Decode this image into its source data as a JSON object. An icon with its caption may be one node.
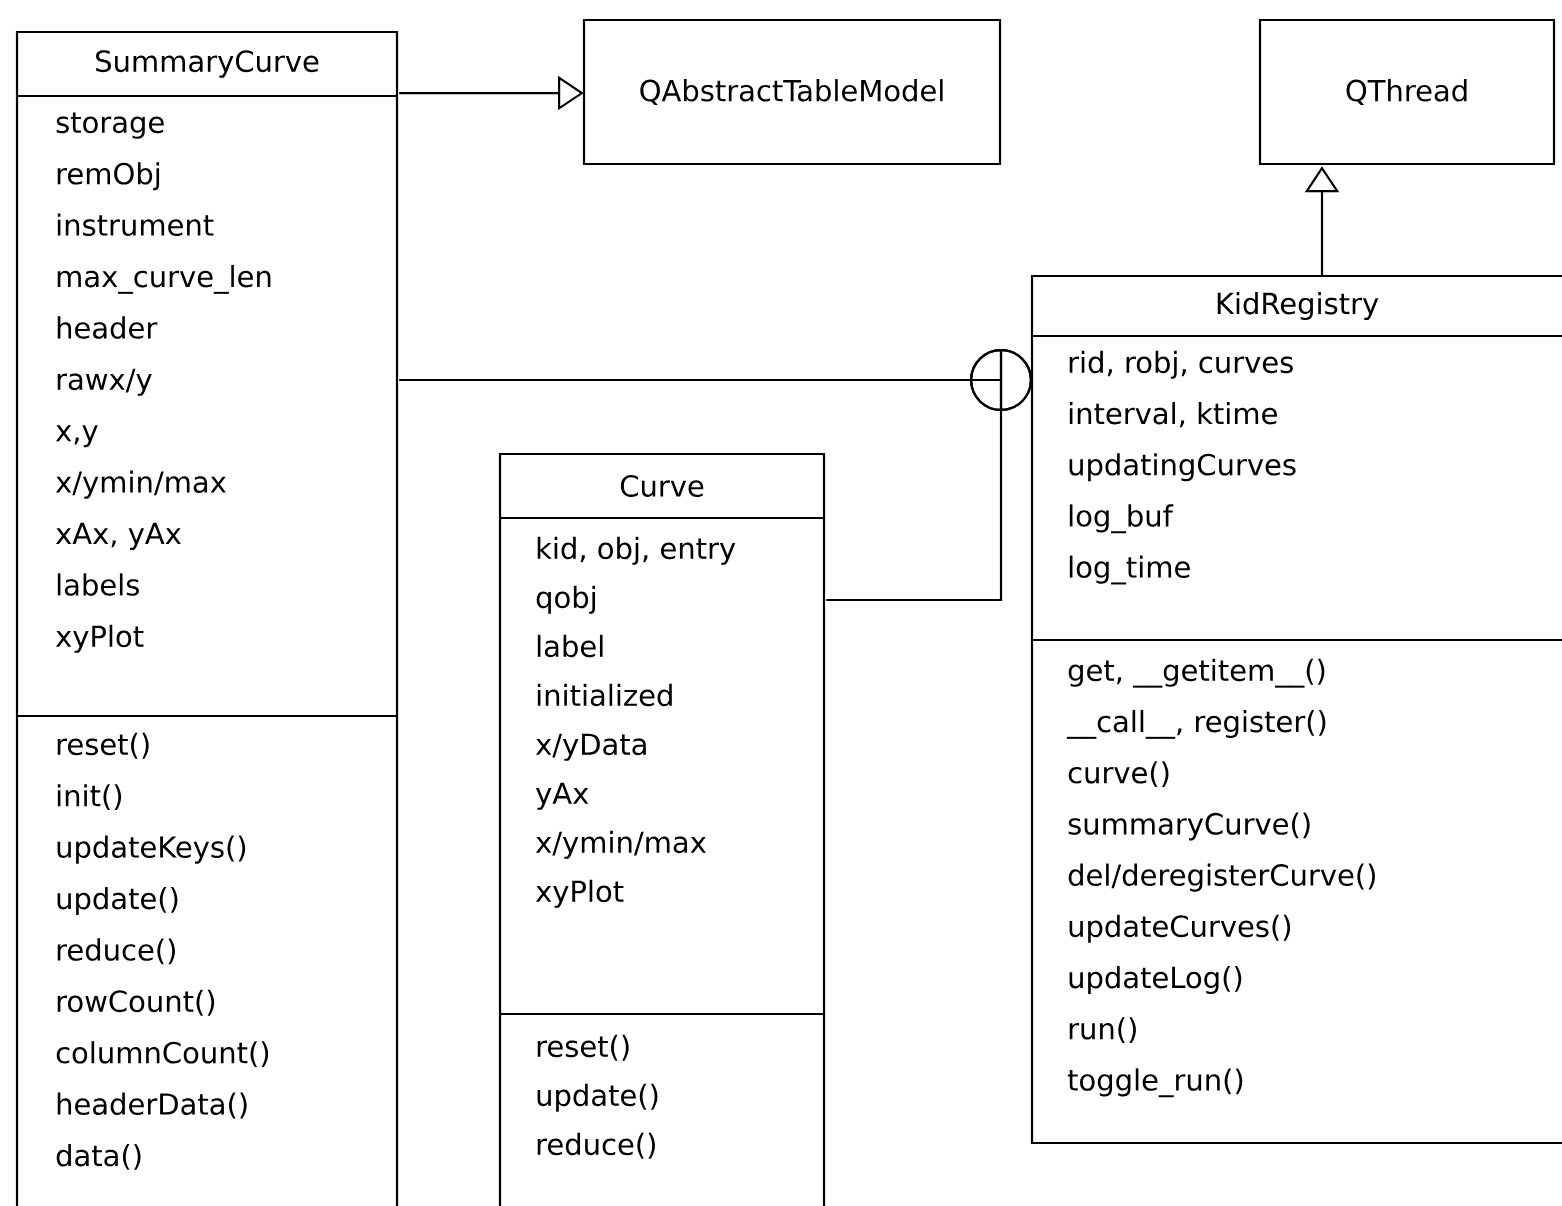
{
  "diagram": {
    "nodes": [
      {
        "text": [
          "SummaryCurve",
          "storage",
          "remObj",
          "instrument",
          "max_curve_len",
          "header",
          "rawx/y",
          "x,y",
          "x/ymin/max",
          "xAx, yAx",
          "labels",
          "xyPlot",
          "reset()",
          "init()",
          "updateKeys()",
          "update()",
          "reduce()",
          "rowCount()",
          "columnCount()",
          "headerData()",
          "data()"
        ]
      },
      {
        "text": [
          "QAbstractTableModel"
        ]
      },
      {
        "text": [
          "QThread"
        ]
      },
      {
        "text": [
          "KidRegistry",
          "rid, robj, curves",
          "interval, ktime",
          "updatingCurves",
          "log_buf",
          "log_time",
          "get, __getitem__()",
          "__call__, register()",
          "curve()",
          "summaryCurve()",
          "del/deregisterCurve()",
          "updateCurves()",
          "updateLog()",
          "run()",
          "toggle_run()"
        ]
      },
      {
        "text": [
          "Curve",
          "kid, obj, entry",
          "qobj",
          "label",
          "initialized",
          "x/yData",
          "yAx",
          "x/ymin/max",
          "xyPlot",
          "reset()",
          "update()",
          "reduce()"
        ]
      }
    ],
    "edges": [
      {
        "from": 0,
        "to": 1,
        "arrow": "to"
      },
      {
        "from": 3,
        "to": 2,
        "arrow": "to"
      },
      {
        "from": 0,
        "to": 3,
        "arrow": "other"
      },
      {
        "from": 4,
        "to": 3,
        "arrow": "other"
      }
    ]
  }
}
